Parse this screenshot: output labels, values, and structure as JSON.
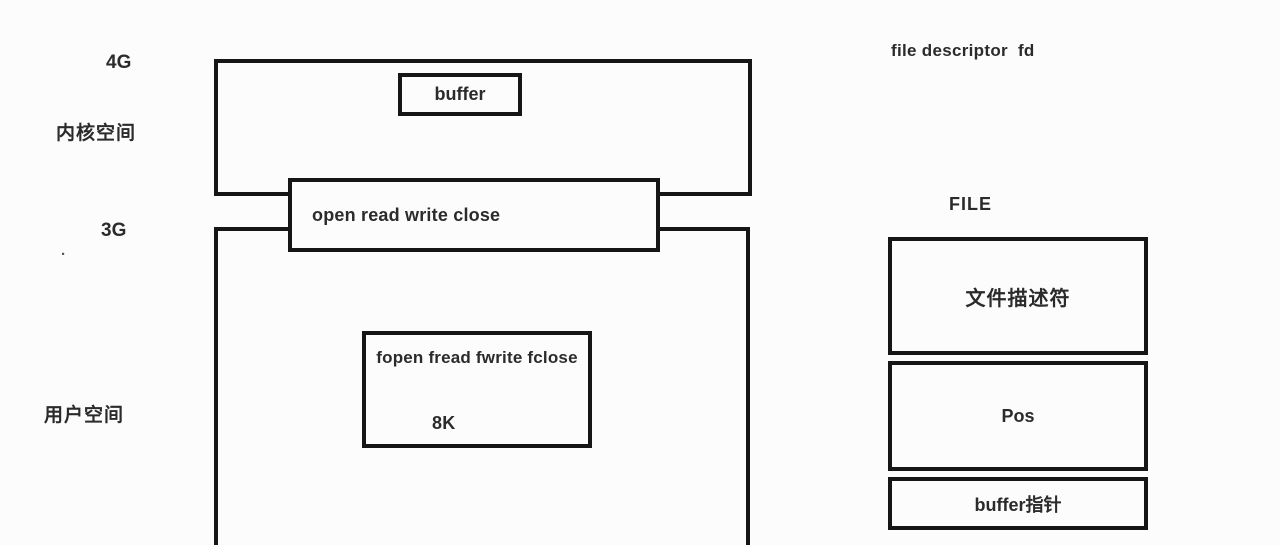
{
  "colors": {
    "ink": "#161616",
    "text": "#2b2b2b",
    "background": "#fcfcfc"
  },
  "left_axis": {
    "top_boundary_label": "4G",
    "kernel_space_label": "内核空间",
    "mid_boundary_label": "3G",
    "stray_dot": ".",
    "user_space_label": "用户空间"
  },
  "kernel_region": {
    "buffer_box_label": "buffer",
    "syscall_box_label": "open read write close"
  },
  "user_region": {
    "stdio_box_label": "fopen fread fwrite fclose",
    "stdio_buffer_size": "8K"
  },
  "right_panel": {
    "fd_label": "file descriptor  fd",
    "file_struct_title": "FILE",
    "file_struct_cells": [
      "文件描述符",
      "Pos",
      "buffer指针"
    ]
  }
}
